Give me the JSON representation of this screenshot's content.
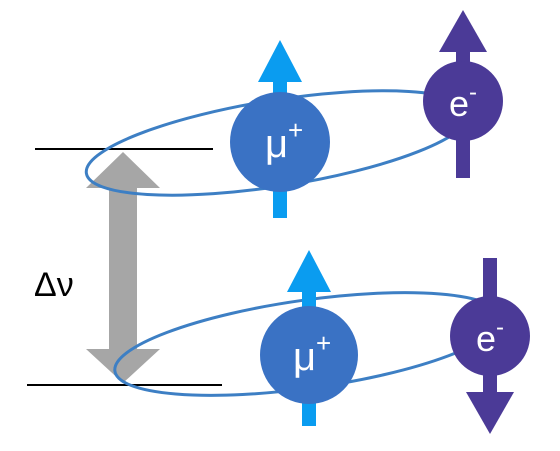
{
  "gap_label": "Δν",
  "upper_state": {
    "muon": {
      "symbol": "μ",
      "charge": "+"
    },
    "electron": {
      "symbol": "e",
      "charge": "-"
    },
    "muon_spin": "up",
    "electron_spin": "up"
  },
  "lower_state": {
    "muon": {
      "symbol": "μ",
      "charge": "+"
    },
    "electron": {
      "symbol": "e",
      "charge": "-"
    },
    "muon_spin": "up",
    "electron_spin": "down"
  },
  "colors": {
    "orbit": "#3d7fc4",
    "muon_fill": "#3a72c4",
    "muon_spin_arrow": "#0a9cf0",
    "electron_fill": "#4b3a97",
    "electron_spin_arrow": "#4b3a97",
    "gap_arrow": "#a6a6a6",
    "level_line": "#000000",
    "particle_text": "#ffffff"
  }
}
